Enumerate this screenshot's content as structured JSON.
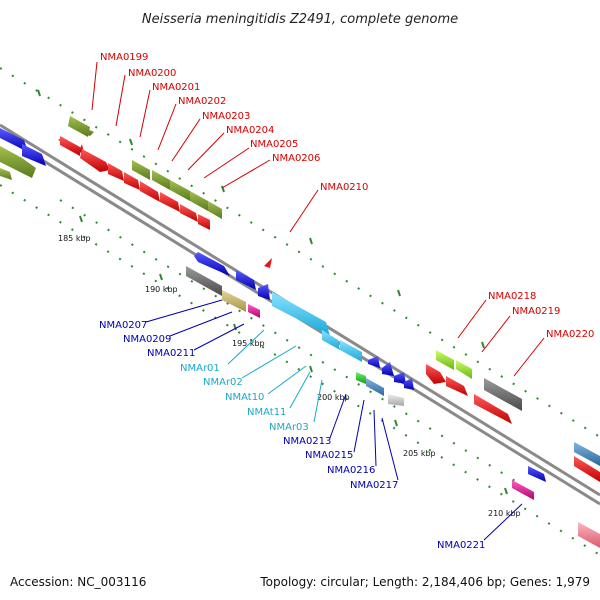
{
  "title": "Neisseria meningitidis Z2491, complete genome",
  "footer": {
    "accession": "Accession: NC_003116",
    "topology": "Topology: circular; Length: 2,184,406 bp; Genes: 1,979"
  },
  "scale_labels": [
    "185 kbp",
    "190 kbp",
    "195 kbp",
    "200 kbp",
    "205 kbp",
    "210 kbp"
  ],
  "labels_red": [
    "NMA0199",
    "NMA0200",
    "NMA0201",
    "NMA0202",
    "NMA0203",
    "NMA0204",
    "NMA0205",
    "NMA0206",
    "NMA0210",
    "NMA0218",
    "NMA0219",
    "NMA0220"
  ],
  "labels_blue": [
    "NMA0207",
    "NMA0209",
    "NMA0211",
    "NMA0213",
    "NMA0215",
    "NMA0216",
    "NMA0217",
    "NMA0221"
  ],
  "labels_cyan": [
    "NMAr01",
    "NMAr02",
    "NMAt10",
    "NMAt11",
    "NMAr03"
  ],
  "colors": {
    "red": "#e8141a",
    "olive": "#7a9a2e",
    "blue": "#1a1ae0",
    "gray": "#6e6e6e",
    "cyan": "#3fc8f0",
    "tan": "#c8b46e",
    "magenta": "#e0209a",
    "green": "#2ec82e",
    "steel": "#4a88bb",
    "lightgray": "#c8c8c8",
    "lime": "#9ae62e",
    "pink": "#f08296"
  }
}
